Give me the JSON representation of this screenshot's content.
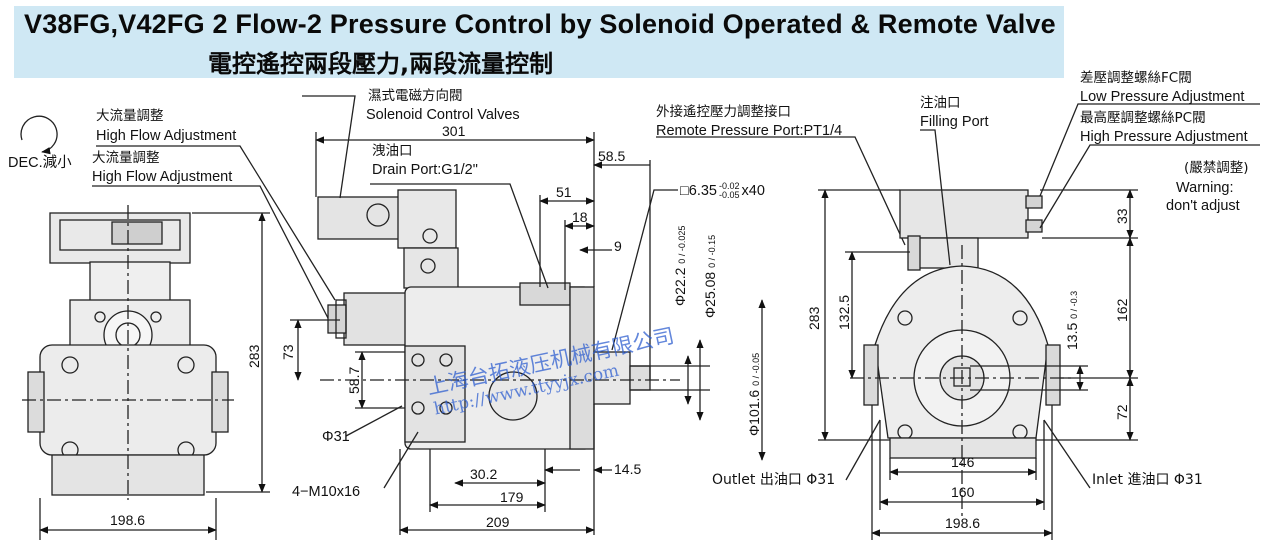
{
  "title": {
    "en": "V38FG,V42FG 2 Flow-2 Pressure Control by Solenoid Operated & Remote Valve",
    "zh": "電控遙控兩段壓力,兩段流量控制"
  },
  "callouts": {
    "dec_symbol": "DEC.減小",
    "high_flow_1_zh": "大流量調整",
    "high_flow_1_en": "High Flow Adjustment",
    "high_flow_2_zh": "大流量調整",
    "high_flow_2_en": "High Flow Adjustment",
    "solenoid_zh": "濕式電磁方向閥",
    "solenoid_en": "Solenoid Control Valves",
    "drain_zh": "洩油口",
    "drain_en": "Drain Port:G1/2\"",
    "remote_zh": "外接遙控壓力調整接口",
    "remote_en": "Remote Pressure Port:PT1/4",
    "filling_zh": "注油口",
    "filling_en": "Filling Port",
    "low_zh": "差壓調整螺絲FC閥",
    "low_en": "Low Pressure Adjustment",
    "high_zh": "最高壓調整螺絲PC閥",
    "high_en": "High Pressure Adjustment",
    "warning_zh": "(嚴禁調整)",
    "warning_en1": "Warning:",
    "warning_en2": "don't adjust",
    "bolt": "4−M10x16",
    "phi31": "Φ31",
    "outlet": "Outlet 出油口 Φ31",
    "inlet": "Inlet 進油口 Φ31",
    "key": "□6.35 -0.02/-0.05 x40",
    "tol_key_a": "-0.02",
    "tol_key_b": "-0.05",
    "key_main": "□6.35",
    "key_len": "x40"
  },
  "dimensions": {
    "front_width": "198.6",
    "front_height": "283",
    "side_301": "301",
    "side_58_5": "58.5",
    "side_51": "51",
    "side_18": "18",
    "side_9": "9",
    "side_73": "73",
    "side_58_7": "58.7",
    "side_30_2": "30.2",
    "side_14_5": "14.5",
    "side_179": "179",
    "side_209": "209",
    "shaft_22_2": "Φ22.2",
    "shaft_22_2_tol": "0 / -0.025",
    "shaft_25_08": "Φ25.08",
    "shaft_25_08_tol": "0 / -0.15",
    "pilot_101_6": "Φ101.6",
    "pilot_101_6_tol": "0 / -0.05",
    "rear_283": "283",
    "rear_132_5": "132.5",
    "rear_33": "33",
    "rear_162": "162",
    "rear_13_5": "13.5",
    "rear_13_5_tol": "0 / -0.3",
    "rear_72": "72",
    "rear_146": "146",
    "rear_160": "160",
    "rear_198_6": "198.6"
  },
  "watermark": {
    "company": "上海台拓液压机械有限公司",
    "url": "http://www.ttyyjx.com"
  }
}
